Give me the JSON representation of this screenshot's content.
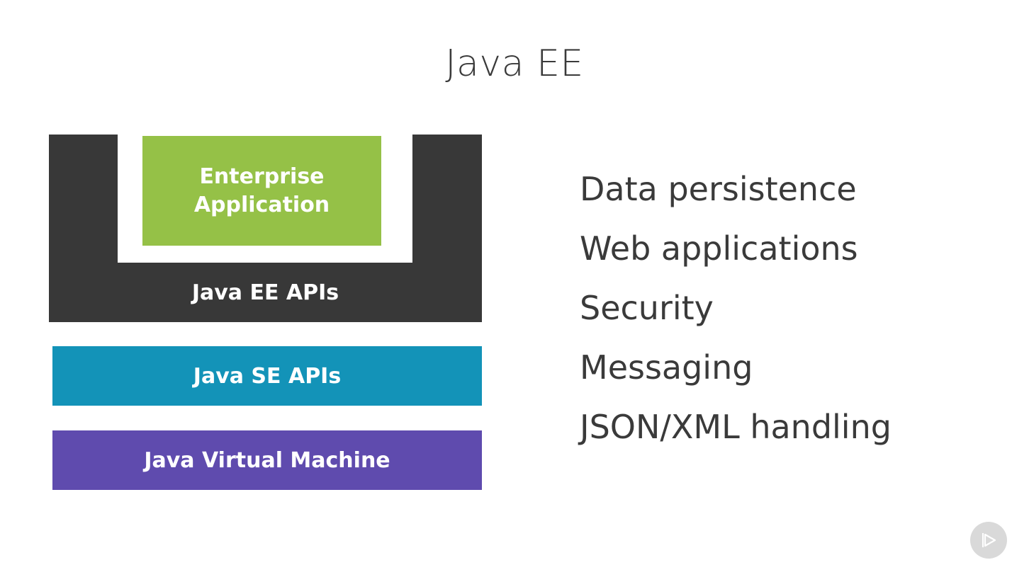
{
  "slide": {
    "title": "Java EE"
  },
  "diagram": {
    "enterprise_application": {
      "line1": "Enterprise",
      "line2": "Application",
      "color": "#95c147"
    },
    "java_ee_apis": {
      "label": "Java EE APIs",
      "color": "#383838"
    },
    "java_se_apis": {
      "label": "Java SE APIs",
      "color": "#1393b8"
    },
    "java_virtual_machine": {
      "label": "Java Virtual Machine",
      "color": "#5f4bae"
    }
  },
  "features": [
    "Data persistence",
    "Web applications",
    "Security",
    "Messaging",
    "JSON/XML handling"
  ],
  "badge": {
    "icon": "play-logo-icon"
  }
}
